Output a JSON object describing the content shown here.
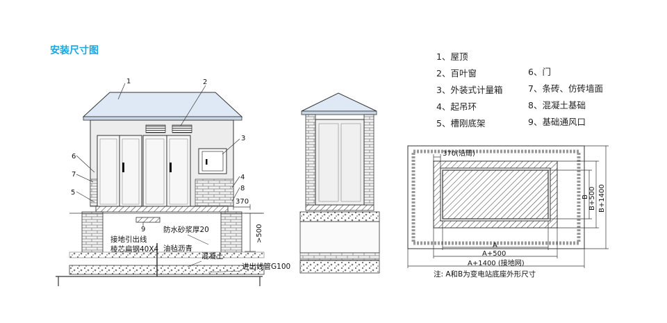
{
  "title": "安装尺寸图",
  "legend": {
    "left": [
      "1、屋顶",
      "2、百叶窗",
      "3、外装式计量箱",
      "4、起吊环",
      "5、槽刚底架"
    ],
    "right": [
      "6、门",
      "7、条砖、仿砖墙面",
      "8、混凝土基础",
      "9、基础通风口"
    ]
  },
  "front_view": {
    "callouts": [
      "1",
      "2",
      "3",
      "4",
      "5",
      "6",
      "7",
      "8",
      "9"
    ],
    "dim_370": "370",
    "dim_500": ">500",
    "labels": {
      "waterproof": "防水砂浆厚20",
      "ground_wire": "接地引出线",
      "flat_steel": "棱芯扁钢40X4",
      "felt": "油毡沥青",
      "concrete": "混凝土",
      "pipe": "进出线管G100"
    }
  },
  "plan_view": {
    "dim_370": "370(沿周)",
    "dim_a": "A",
    "dim_a500": "A+500",
    "dim_a1400": "A+1400 (接地网)",
    "dim_b": "B",
    "dim_b500": "B+500",
    "dim_b1400": "B+1400",
    "note": "注: A和B为变电站底座外形尺寸"
  }
}
